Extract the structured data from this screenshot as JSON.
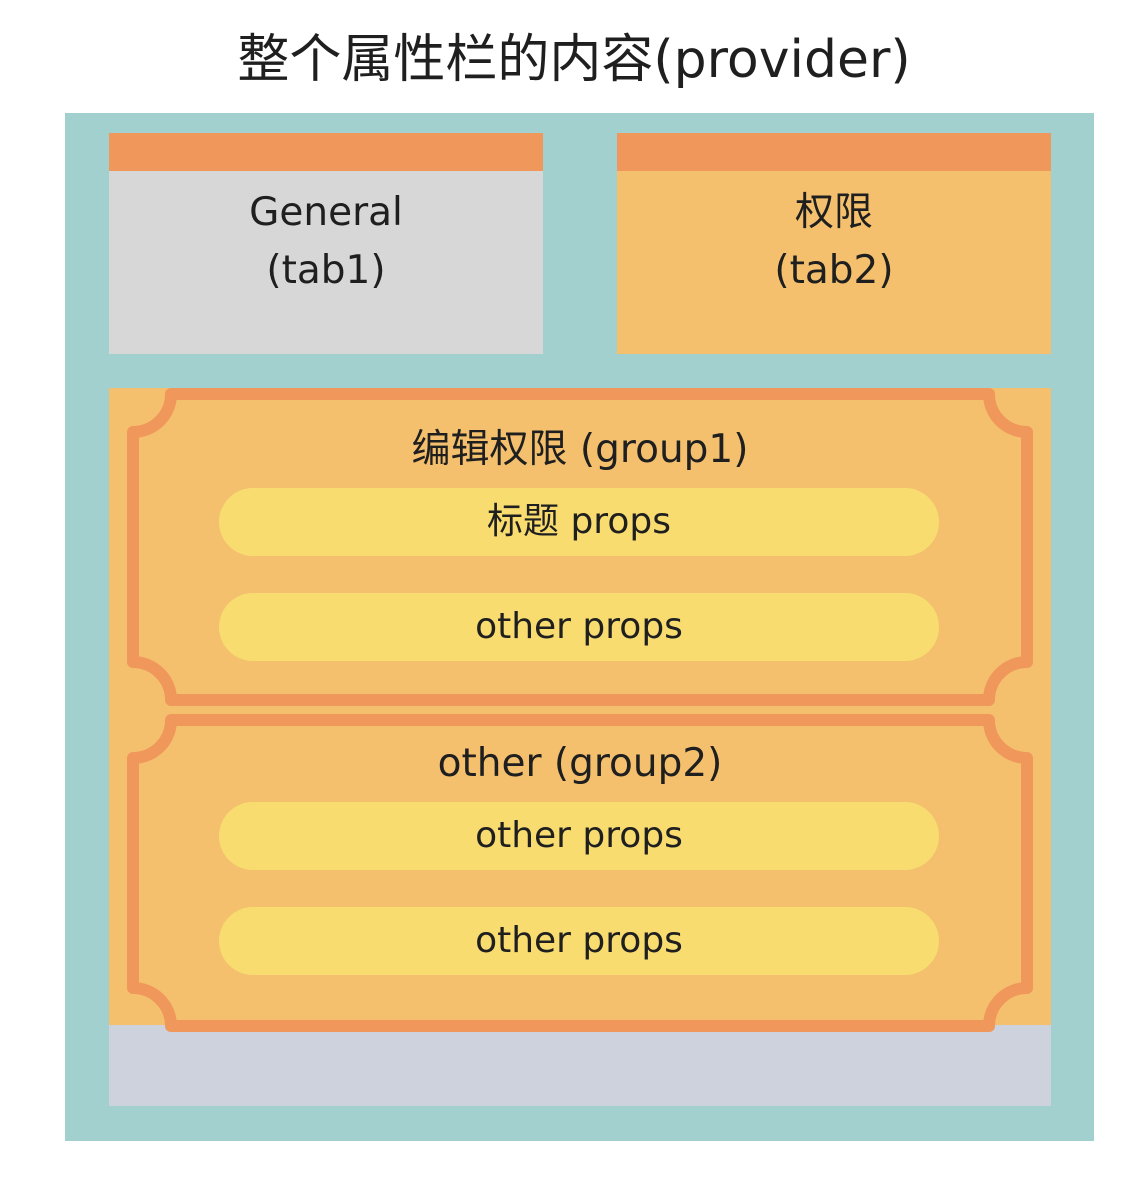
{
  "title": "整个属性栏的内容(provider)",
  "colors": {
    "provider_bg": "#a2d0cf",
    "tab_bar": "#f0975b",
    "tab_inactive": "#d7d7d7",
    "tab_active": "#f4c06e",
    "group_fill": "#f4c06e",
    "group_border": "#f0975b",
    "prop_fill": "#f8dc70",
    "content_bottom": "#cdd2dc"
  },
  "tabs": [
    {
      "label": "General",
      "sublabel": "(tab1)"
    },
    {
      "label": "权限",
      "sublabel": "(tab2)"
    }
  ],
  "groups": [
    {
      "title": "编辑权限 (group1)",
      "props": [
        "标题 props",
        "other props"
      ]
    },
    {
      "title": "other (group2)",
      "props": [
        "other props",
        "other props"
      ]
    }
  ]
}
